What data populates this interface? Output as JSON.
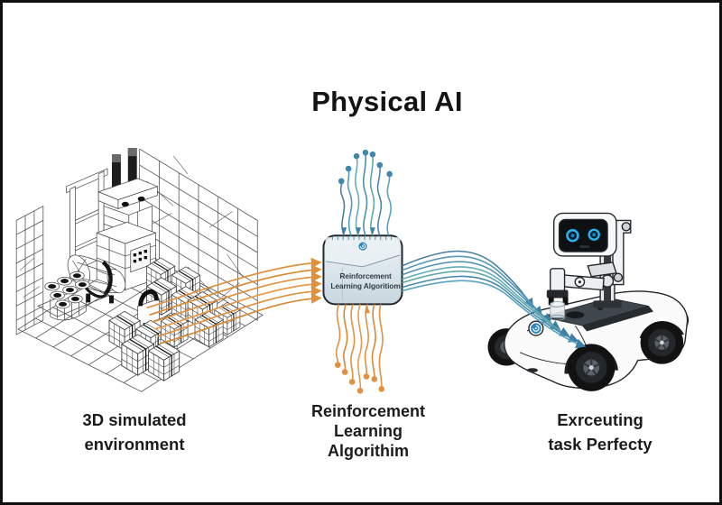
{
  "title": "Physical AI",
  "chip": {
    "line1": "Reinforcement",
    "line2": "Learning Algoritiom",
    "icon": "ai-spark-icon"
  },
  "captions": {
    "left": [
      "3D simulated",
      "environment"
    ],
    "center": [
      "Reinforcement",
      "Learning",
      "Algorithim"
    ],
    "right": [
      "Exrceuting",
      "task Perfecty"
    ]
  },
  "illustrations": {
    "left": "wireframe-3d-warehouse",
    "center": "reinforcement-learning-chip",
    "right": "four-wheel-robot"
  },
  "colors": {
    "data_flow_orange": "#E0913F",
    "data_flow_blue": "#4187AC",
    "chip_fill": "#DCE6ED",
    "chip_border": "#22282E",
    "robot_eye_blue": "#2FB1E8",
    "logo_blue": "#2E86C1",
    "title_color": "#141414",
    "frame_border": "#101010"
  }
}
